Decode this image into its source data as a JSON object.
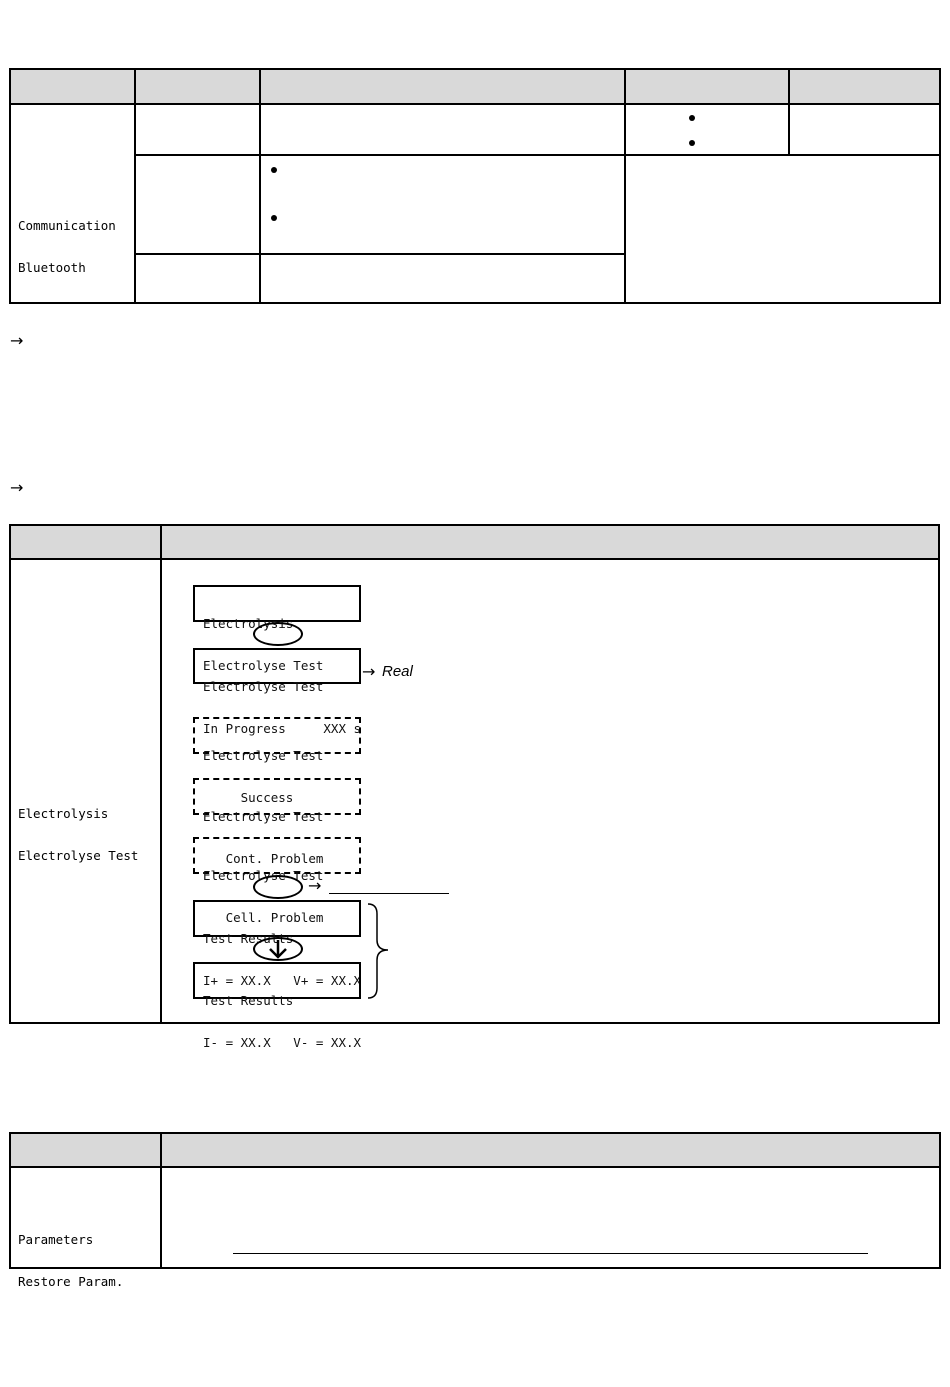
{
  "table1": {
    "row_label": [
      "Communication",
      "Bluetooth"
    ]
  },
  "table2": {
    "row_label": [
      "Electrolysis",
      "Electrolyse Test"
    ],
    "screens": [
      [
        "Electrolysis",
        "Electrolyse Test"
      ],
      [
        "Electrolyse Test",
        "In Progress     XXX s"
      ],
      [
        "Electrolyse Test",
        "     Success"
      ],
      [
        "Electrolyse Test",
        "   Cont. Problem"
      ],
      [
        "Electrolyse Test",
        "   Cell. Problem"
      ],
      [
        "Test Results",
        "I+ = XX.X   V+ = XX.X"
      ],
      [
        "Test Results",
        "I- = XX.X   V- = XX.X"
      ]
    ],
    "note_real": "Real"
  },
  "table3": {
    "row_label": [
      "Parameters",
      "Restore Param."
    ]
  },
  "icons": {
    "arrow": "right-arrow-icon",
    "down": "down-arrow-icon"
  }
}
